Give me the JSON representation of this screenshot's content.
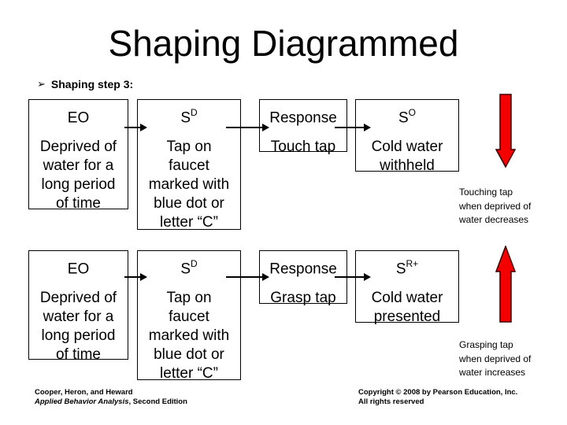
{
  "slide": {
    "title": "Shaping Diagrammed",
    "bullet": {
      "icon": "➢",
      "text": "Shaping step 3:"
    },
    "colors": {
      "red_arrow_fill": "#f40000",
      "red_arrow_stroke": "#3f0000",
      "box_border": "#000000"
    },
    "rows": [
      {
        "boxes": [
          {
            "header": "EO",
            "sup": "",
            "body": [
              "Deprived of",
              "water for a",
              "long period",
              "of time"
            ]
          },
          {
            "header": "S",
            "sup": "D",
            "body": [
              "Tap on",
              "faucet",
              "marked with",
              "blue dot or",
              "letter “C”"
            ]
          },
          {
            "header": "Response",
            "sup": "",
            "body": [
              "Touch tap"
            ]
          },
          {
            "header": "S",
            "sup": "O",
            "body": [
              "Cold water",
              "withheld"
            ]
          }
        ],
        "trend": "decrease",
        "note": [
          "Touching tap",
          "when deprived of",
          "water decreases"
        ]
      },
      {
        "boxes": [
          {
            "header": "EO",
            "sup": "",
            "body": [
              "Deprived of",
              "water for a",
              "long period",
              "of time"
            ]
          },
          {
            "header": "S",
            "sup": "D",
            "body": [
              "Tap on",
              "faucet",
              "marked with",
              "blue dot or",
              "letter “C”"
            ]
          },
          {
            "header": "Response",
            "sup": "",
            "body": [
              "Grasp tap"
            ]
          },
          {
            "header": "S",
            "sup": "R+",
            "body": [
              "Cold water",
              "presented"
            ]
          }
        ],
        "trend": "increase",
        "note": [
          "Grasping tap",
          "when deprived of",
          "water increases"
        ]
      }
    ],
    "footer": {
      "authors": "Cooper, Heron, and Heward",
      "book_title": "Applied Behavior Analysis",
      "edition": ", Second Edition",
      "copyright_line1": "Copyright © 2008 by Pearson Education, Inc.",
      "copyright_line2": "All rights reserved"
    }
  }
}
